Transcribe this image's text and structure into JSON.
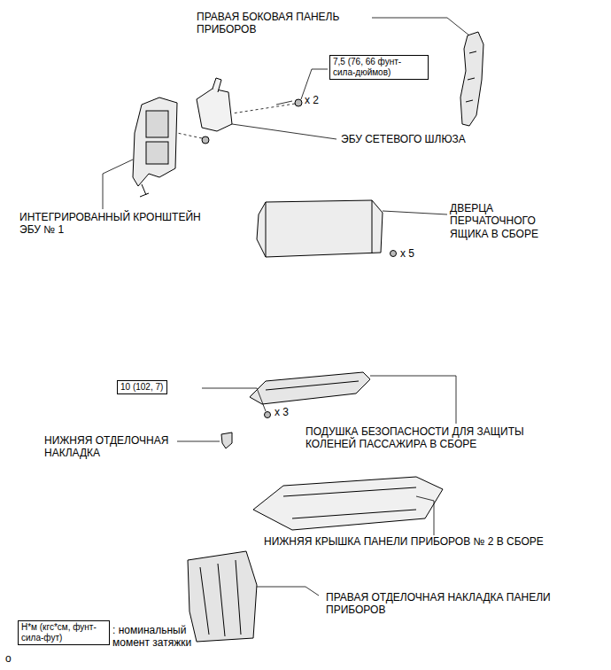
{
  "diagram": {
    "nodes": [
      {
        "text": [
          "7,5 (76, 66 фунт- сила-дюймов)"
        ]
      },
      {
        "text": [
          "10 (102, 7)"
        ]
      },
      {
        "text": [
          "Н*м (кгс*см, фунт-сила-фут)"
        ]
      }
    ],
    "labels": [
      "ПРАВАЯ БОКОВАЯ ПАНЕЛЬ ПРИБОРОВ",
      "x 2",
      "ЭБУ СЕТЕВОГО ШЛЮЗА",
      "ИНТЕГРИРОВАННЫЙ КРОНШТЕЙН ЭБУ № 1",
      "ДВЕРЦА ПЕРЧАТОЧНОГО ЯЩИКА В СБОРЕ",
      "x 5",
      "x 3",
      "ПОДУШКА БЕЗОПАСНОСТИ ДЛЯ ЗАЩИТЫ КОЛЕНЕЙ ПАССАЖИРА В СБОРЕ",
      "НИЖНЯЯ ОТДЕЛОЧНАЯ НАКЛАДКА",
      "НИЖНЯЯ КРЫШКА ПАНЕЛИ ПРИБОРОВ № 2 В СБОРЕ",
      "ПРАВАЯ ОТДЕЛОЧНАЯ НАКЛАДКА ПАНЕЛИ ПРИБОРОВ",
      "o"
    ],
    "legend": [
      {
        "text": ": номинальный момент затяжки"
      }
    ]
  }
}
